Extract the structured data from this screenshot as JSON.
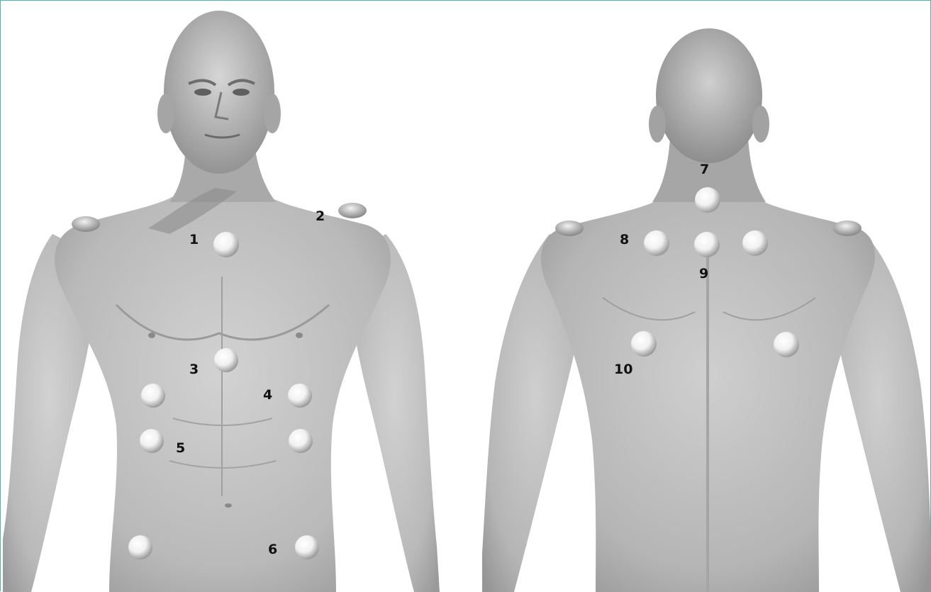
{
  "diagram": {
    "labels": {
      "front": [
        "1",
        "2",
        "3",
        "4",
        "5",
        "6"
      ],
      "back": [
        "7",
        "8",
        "9",
        "10"
      ]
    }
  },
  "colors": {
    "border": "#4bb7b2",
    "skin": "#bdbdbd",
    "label": "#111111"
  }
}
